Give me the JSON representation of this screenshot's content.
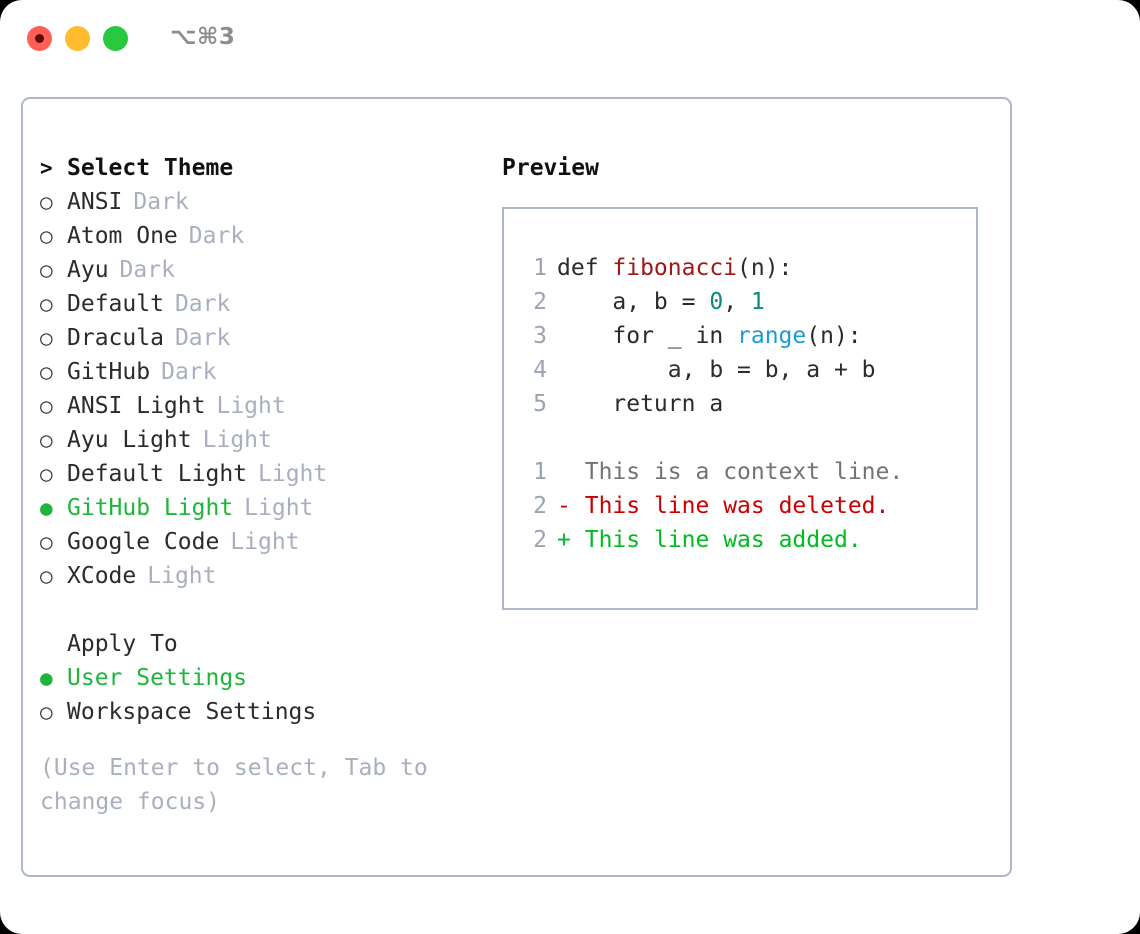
{
  "titlebar": {
    "shortcut": "⌥⌘3",
    "controls": [
      {
        "name": "close",
        "color": "#ff5f57"
      },
      {
        "name": "minimize",
        "color": "#febc2e"
      },
      {
        "name": "maximize",
        "color": "#28c840"
      }
    ]
  },
  "theme_list": {
    "header": {
      "caret": ">",
      "label": "Select Theme"
    },
    "items": [
      {
        "marker": "○",
        "label": "ANSI",
        "tag": "Dark",
        "selected": false
      },
      {
        "marker": "○",
        "label": "Atom One",
        "tag": "Dark",
        "selected": false
      },
      {
        "marker": "○",
        "label": "Ayu",
        "tag": "Dark",
        "selected": false
      },
      {
        "marker": "○",
        "label": "Default",
        "tag": "Dark",
        "selected": false
      },
      {
        "marker": "○",
        "label": "Dracula",
        "tag": "Dark",
        "selected": false
      },
      {
        "marker": "○",
        "label": "GitHub",
        "tag": "Dark",
        "selected": false
      },
      {
        "marker": "○",
        "label": "ANSI Light",
        "tag": "Light",
        "selected": false
      },
      {
        "marker": "○",
        "label": "Ayu Light",
        "tag": "Light",
        "selected": false
      },
      {
        "marker": "○",
        "label": "Default Light",
        "tag": "Light",
        "selected": false
      },
      {
        "marker": "●",
        "label": "GitHub Light",
        "tag": "Light",
        "selected": true
      },
      {
        "marker": "○",
        "label": "Google Code",
        "tag": "Light",
        "selected": false
      },
      {
        "marker": "○",
        "label": "XCode",
        "tag": "Light",
        "selected": false
      }
    ]
  },
  "apply_to": {
    "header": "Apply To",
    "items": [
      {
        "marker": "●",
        "label": "User Settings",
        "selected": true
      },
      {
        "marker": "○",
        "label": "Workspace Settings",
        "selected": false
      }
    ]
  },
  "hint": "(Use Enter to select, Tab to change focus)",
  "preview": {
    "title": "Preview",
    "code": [
      {
        "no": "1",
        "indent": "",
        "parts": [
          {
            "t": "def ",
            "k": "plain"
          },
          {
            "t": "fibonacci",
            "k": "fn"
          },
          {
            "t": "(n):",
            "k": "plain"
          }
        ]
      },
      {
        "no": "2",
        "indent": "    ",
        "parts": [
          {
            "t": "a, b = ",
            "k": "plain"
          },
          {
            "t": "0",
            "k": "num"
          },
          {
            "t": ", ",
            "k": "plain"
          },
          {
            "t": "1",
            "k": "num"
          }
        ]
      },
      {
        "no": "3",
        "indent": "    ",
        "parts": [
          {
            "t": "for _ in ",
            "k": "plain"
          },
          {
            "t": "range",
            "k": "call"
          },
          {
            "t": "(n):",
            "k": "plain"
          }
        ]
      },
      {
        "no": "4",
        "indent": "        ",
        "parts": [
          {
            "t": "a, b = b, a + b",
            "k": "plain"
          }
        ]
      },
      {
        "no": "5",
        "indent": "    ",
        "parts": [
          {
            "t": "return a",
            "k": "plain"
          }
        ]
      }
    ],
    "diff": [
      {
        "no": "1",
        "sign": " ",
        "text": "This is a context line.",
        "kind": "context"
      },
      {
        "no": "2",
        "sign": "-",
        "text": "This line was deleted.",
        "kind": "deleted"
      },
      {
        "no": "2",
        "sign": "+",
        "text": "This line was added.",
        "kind": "added"
      }
    ]
  },
  "colors": {
    "accent_green": "#1eb53a",
    "tag_grey": "#a8b0be",
    "border": "#afb8c6",
    "syntax_function": "#a01919",
    "syntax_number": "#0e8a7d",
    "syntax_call": "#1b9cd8",
    "diff_deleted": "#cc0000",
    "diff_added": "#00bb22"
  }
}
